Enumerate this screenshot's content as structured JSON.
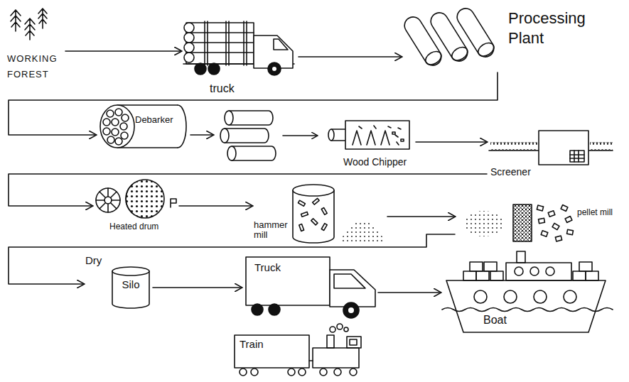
{
  "diagram": {
    "nodes": [
      {
        "text": [
          "WORKING FOREST"
        ]
      },
      {
        "text": [
          "truck"
        ]
      },
      {
        "text": [
          "Processing Plant"
        ]
      },
      {
        "text": [
          "Debarker"
        ]
      },
      {
        "text": [
          "Wood Chipper"
        ]
      },
      {
        "text": [
          "Screener"
        ]
      },
      {
        "text": [
          "Heated drum"
        ]
      },
      {
        "text": [
          "hammer mill"
        ]
      },
      {
        "text": [
          "pellet mill"
        ]
      },
      {
        "text": [
          "Dry",
          "Silo"
        ]
      },
      {
        "text": [
          "Truck"
        ]
      },
      {
        "text": [
          "Train"
        ]
      },
      {
        "text": [
          "Boat"
        ]
      }
    ],
    "edges": [
      {
        "from": 0,
        "to": 1,
        "arrow": "to"
      },
      {
        "from": 1,
        "to": 2,
        "arrow": "to"
      },
      {
        "from": 2,
        "to": 3,
        "arrow": "to"
      },
      {
        "from": 3,
        "to": 4,
        "arrow": "to"
      },
      {
        "from": 4,
        "to": 5,
        "arrow": "to"
      },
      {
        "from": 5,
        "to": 6,
        "arrow": "to"
      },
      {
        "from": 6,
        "to": 7,
        "arrow": "to"
      },
      {
        "from": 7,
        "to": 8,
        "arrow": "to"
      },
      {
        "from": 8,
        "to": 9,
        "arrow": "to"
      },
      {
        "from": 9,
        "to": 10,
        "arrow": "to"
      },
      {
        "from": 10,
        "to": 12,
        "arrow": "to"
      }
    ]
  }
}
